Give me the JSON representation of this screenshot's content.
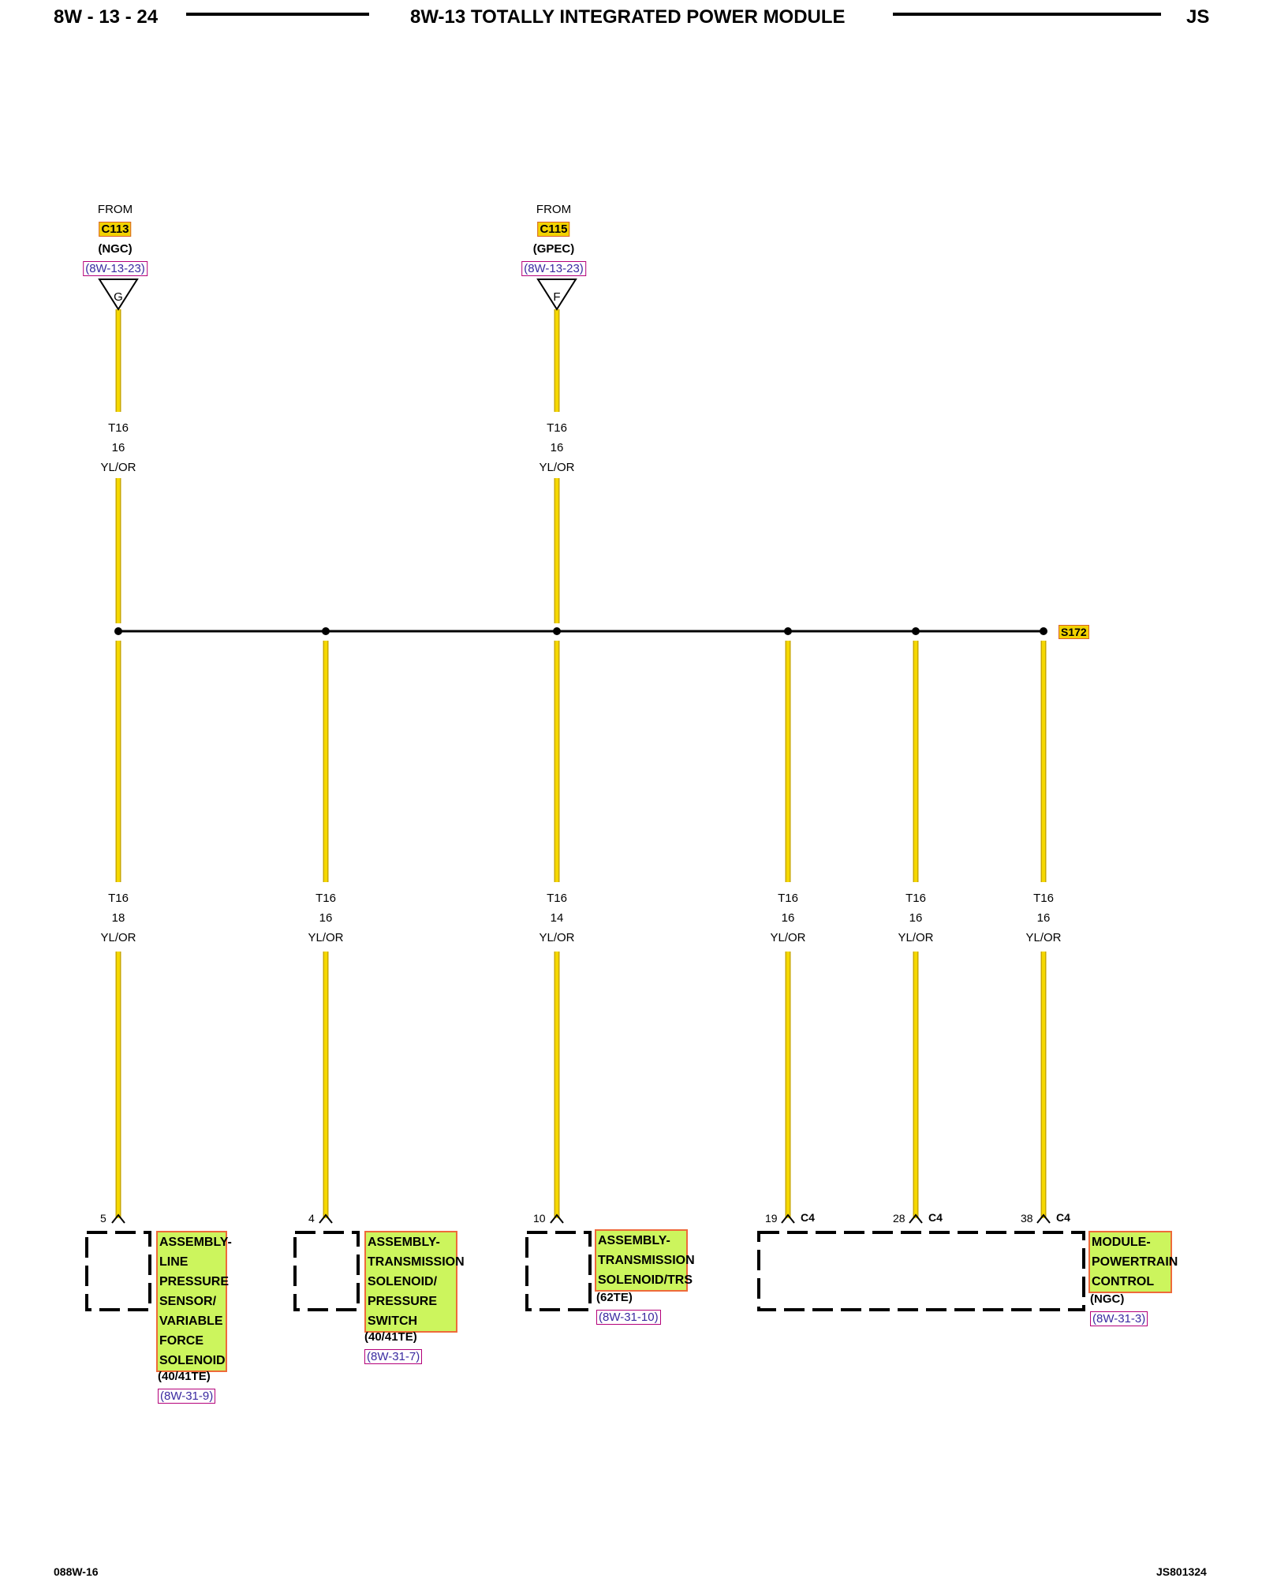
{
  "header": {
    "left": "8W - 13 - 24",
    "title": "8W-13 TOTALLY INTEGRATED POWER MODULE",
    "right": "JS"
  },
  "sources": [
    {
      "from": "FROM",
      "connector": "C113",
      "module": "(NGC)",
      "ref": "(8W-13-23)",
      "pin": "G",
      "wire": {
        "circuit": "T16",
        "gauge": "16",
        "color": "YL/OR"
      }
    },
    {
      "from": "FROM",
      "connector": "C115",
      "module": "(GPEC)",
      "ref": "(8W-13-23)",
      "pin": "F",
      "wire": {
        "circuit": "T16",
        "gauge": "16",
        "color": "YL/OR"
      }
    }
  ],
  "splice": {
    "label": "S172"
  },
  "branches": [
    {
      "circuit": "T16",
      "gauge": "18",
      "color": "YL/OR",
      "pin": "5"
    },
    {
      "circuit": "T16",
      "gauge": "16",
      "color": "YL/OR",
      "pin": "4"
    },
    {
      "circuit": "T16",
      "gauge": "14",
      "color": "YL/OR",
      "pin": "10"
    },
    {
      "circuit": "T16",
      "gauge": "16",
      "color": "YL/OR",
      "pin": "19",
      "connector": "C4"
    },
    {
      "circuit": "T16",
      "gauge": "16",
      "color": "YL/OR",
      "pin": "28",
      "connector": "C4"
    },
    {
      "circuit": "T16",
      "gauge": "16",
      "color": "YL/OR",
      "pin": "38",
      "connector": "C4"
    }
  ],
  "components": [
    {
      "lines": [
        "ASSEMBLY-",
        "LINE",
        "PRESSURE",
        "SENSOR/",
        "VARIABLE",
        "FORCE",
        "SOLENOID"
      ],
      "variant": "(40/41TE)",
      "ref": "(8W-31-9)"
    },
    {
      "lines": [
        "ASSEMBLY-",
        "TRANSMISSION",
        "SOLENOID/",
        "PRESSURE",
        "SWITCH"
      ],
      "variant": "(40/41TE)",
      "ref": "(8W-31-7)"
    },
    {
      "lines": [
        "ASSEMBLY-",
        "TRANSMISSION",
        "SOLENOID/TRS"
      ],
      "variant": "(62TE)",
      "ref": "(8W-31-10)"
    },
    {
      "lines": [
        "MODULE-",
        "POWERTRAIN",
        "CONTROL"
      ],
      "variant": "(NGC)",
      "ref": "(8W-31-3)"
    }
  ],
  "footer": {
    "left": "088W-16",
    "right": "JS801324"
  },
  "colors": {
    "wire": "#f5d800",
    "wire_edge": "#c9a800",
    "component_fill": "#ccf55d",
    "component_border": "#ee6a3a",
    "ref_border": "#b4007a"
  }
}
